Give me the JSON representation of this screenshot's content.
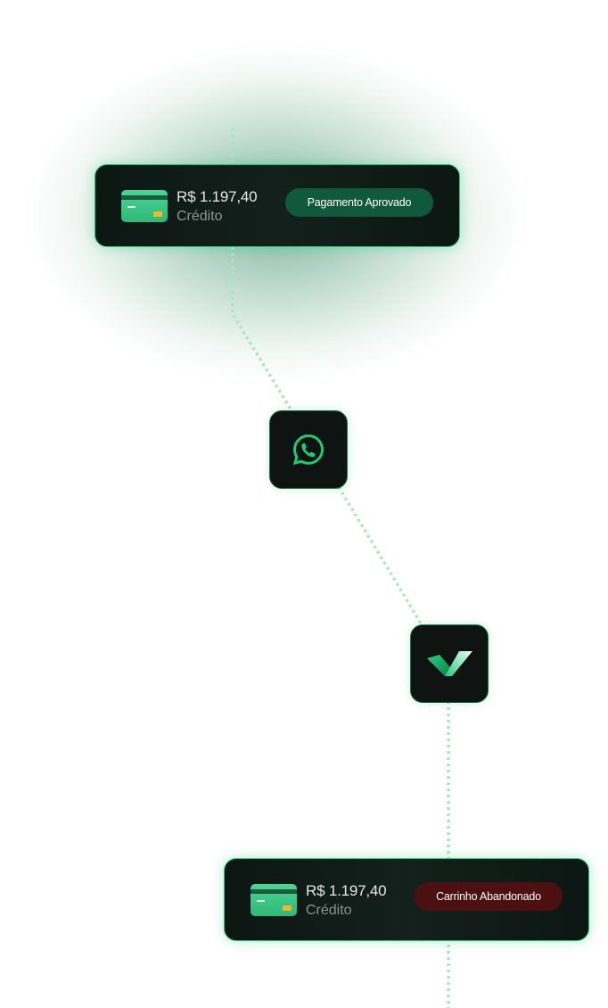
{
  "cards": {
    "top": {
      "amount": "R$ 1.197,40",
      "method": "Crédito",
      "status": "Pagamento Aprovado",
      "status_color": "#11593e"
    },
    "bottom": {
      "amount": "R$ 1.197,40",
      "method": "Crédito",
      "status": "Carrinho Abandonado",
      "status_color": "#4d1010"
    }
  },
  "nodes": {
    "first_icon": "whatsapp-icon",
    "second_icon": "checkmark-icon"
  },
  "colors": {
    "accent": "#22c77a",
    "card_bg": "#0c1713",
    "connector": "#a8e6c8"
  }
}
